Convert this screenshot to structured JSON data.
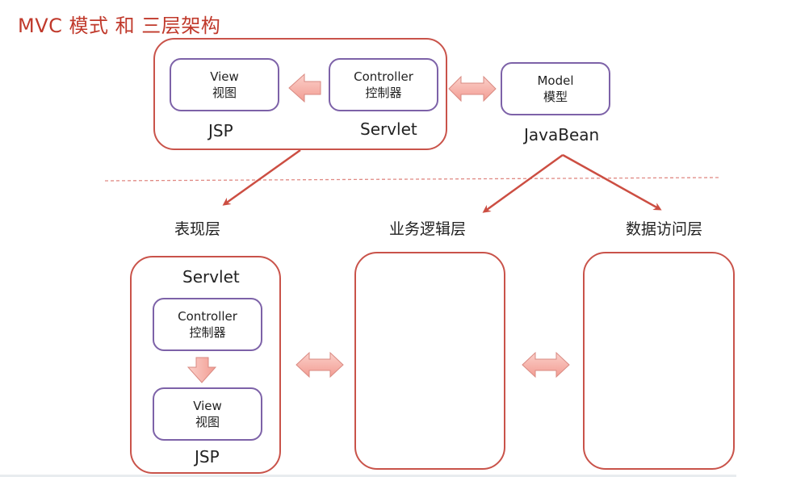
{
  "title": "MVC 模式 和 三层架构",
  "mvc": {
    "view": {
      "en": "View",
      "zh": "视图"
    },
    "controller": {
      "en": "Controller",
      "zh": "控制器"
    },
    "model": {
      "en": "Model",
      "zh": "模型"
    },
    "jsp_label": "JSP",
    "servlet_label": "Servlet",
    "javabean_label": "JavaBean"
  },
  "layers": {
    "presentation": "表现层",
    "business": "业务逻辑层",
    "data_access": "数据访问层"
  },
  "presentation_box": {
    "servlet_label": "Servlet",
    "controller": {
      "en": "Controller",
      "zh": "控制器"
    },
    "view": {
      "en": "View",
      "zh": "视图"
    },
    "jsp_label": "JSP"
  },
  "colors": {
    "title": "#c0392b",
    "outer_box": "#c9534a",
    "inner_box": "#7d62a8",
    "block_arrow_fill": "#f7b5ad",
    "block_arrow_stroke": "#d98a82",
    "connector_arrow": "#cc4e42",
    "divider": "#e08a84"
  }
}
